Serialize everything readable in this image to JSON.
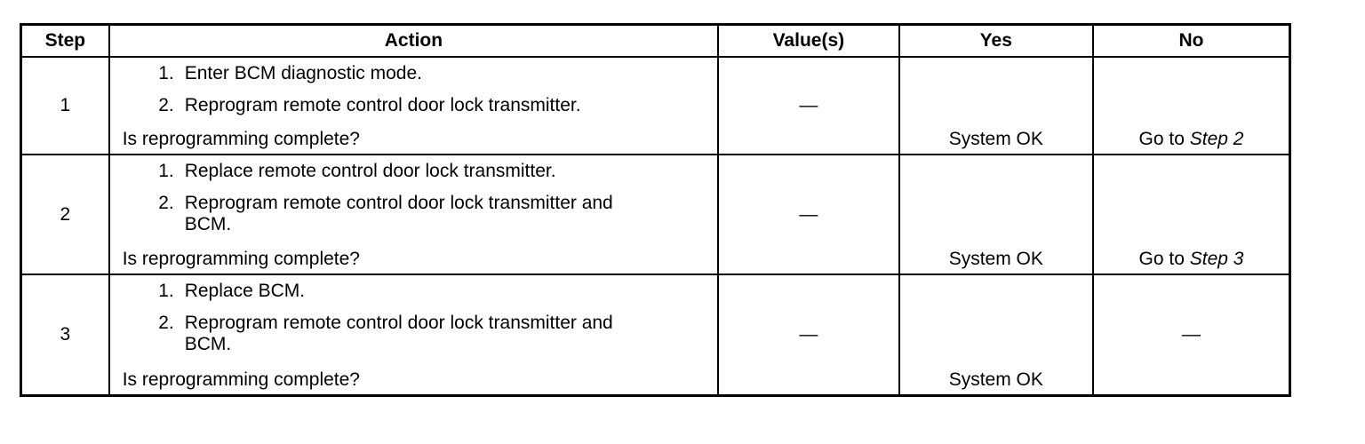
{
  "table": {
    "headers": [
      "Step",
      "Action",
      "Value(s)",
      "Yes",
      "No"
    ],
    "rows": [
      {
        "step": "1",
        "actions": [
          {
            "num": "1.",
            "text": "Enter BCM diagnostic mode."
          },
          {
            "num": "2.",
            "text": "Reprogram remote control door lock transmitter."
          }
        ],
        "question": "Is reprogramming complete?",
        "value": "—",
        "yes": "System OK",
        "no_prefix": "Go to ",
        "no_ref": "Step 2"
      },
      {
        "step": "2",
        "actions": [
          {
            "num": "1.",
            "text": "Replace remote control door lock transmitter."
          },
          {
            "num": "2.",
            "text": "Reprogram remote control door lock transmitter and BCM."
          }
        ],
        "question": "Is reprogramming complete?",
        "value": "—",
        "yes": "System OK",
        "no_prefix": "Go to ",
        "no_ref": "Step 3"
      },
      {
        "step": "3",
        "actions": [
          {
            "num": "1.",
            "text": "Replace BCM."
          },
          {
            "num": "2.",
            "text": "Reprogram remote control door lock transmitter and BCM."
          }
        ],
        "question": "Is reprogramming complete?",
        "value": "—",
        "yes": "System OK",
        "no_value": "—"
      }
    ]
  }
}
